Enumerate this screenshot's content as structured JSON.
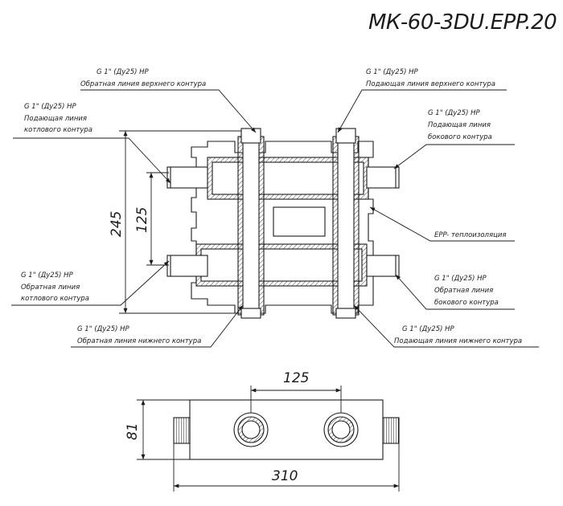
{
  "title": "МК-60-3DU.EPP.20",
  "colors": {
    "line": "#1b1b1b",
    "hatch": "#4a4a4a"
  },
  "callouts": {
    "top_left_return": {
      "line1": "G 1\" (Ду25) НР",
      "line2": "Обратная линия верхнего контура"
    },
    "top_right_supply": {
      "line1": "G 1\" (Ду25) НР",
      "line2": "Подающая линия верхнего контура"
    },
    "boiler_supply": {
      "line1": "G 1\" (Ду25) НР",
      "line2": "Подающая линия",
      "line3": "котлового контура"
    },
    "side_supply": {
      "line1": "G 1\" (Ду25) НР",
      "line2": "Подающая линия",
      "line3": "бокового контура"
    },
    "insulation": {
      "line1": "EPP- теплоизоляция"
    },
    "boiler_return": {
      "line1": "G 1\" (Ду25) НР",
      "line2": "Обратная линия",
      "line3": "котлового контура"
    },
    "side_return": {
      "line1": "G 1\" (Ду25) НР",
      "line2": "Обратная линия",
      "line3": "бокового контура"
    },
    "bottom_return": {
      "line1": "G 1\" (Ду25) НР",
      "line2": "Обратная линия нижнего контура"
    },
    "bottom_supply": {
      "line1": "G 1\" (Ду25) НР",
      "line2": "Подающая линия нижнего контура"
    }
  },
  "dimensions": {
    "height_total": "245",
    "height_inner": "125",
    "spacing_top": "125",
    "height_bottom": "81",
    "width_total": "310"
  }
}
